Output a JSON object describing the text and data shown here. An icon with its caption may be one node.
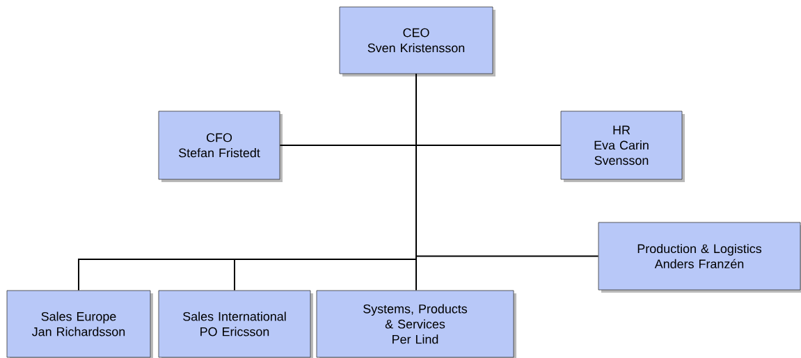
{
  "diagram": {
    "nodes": [
      {
        "text": [
          "CEO",
          "Sven Kristensson"
        ]
      },
      {
        "text": [
          "CFO",
          "Stefan Fristedt"
        ]
      },
      {
        "text": [
          "HR",
          "Eva Carin Svensson"
        ]
      },
      {
        "text": [
          "Production & Logistics",
          "Anders Franzén"
        ]
      },
      {
        "text": [
          "Sales Europe",
          "Jan Richardsson"
        ]
      },
      {
        "text": [
          "Sales International",
          "PO Ericsson"
        ]
      },
      {
        "text": [
          "Systems, Products & Services",
          "Per Lind"
        ]
      }
    ],
    "edges": [
      {
        "from": 0,
        "to": 1,
        "arrow": "none"
      },
      {
        "from": 0,
        "to": 2,
        "arrow": "none"
      },
      {
        "from": 0,
        "to": 3,
        "arrow": "none"
      },
      {
        "from": 0,
        "to": 4,
        "arrow": "none"
      },
      {
        "from": 0,
        "to": 5,
        "arrow": "none"
      },
      {
        "from": 0,
        "to": 6,
        "arrow": "none"
      }
    ]
  }
}
